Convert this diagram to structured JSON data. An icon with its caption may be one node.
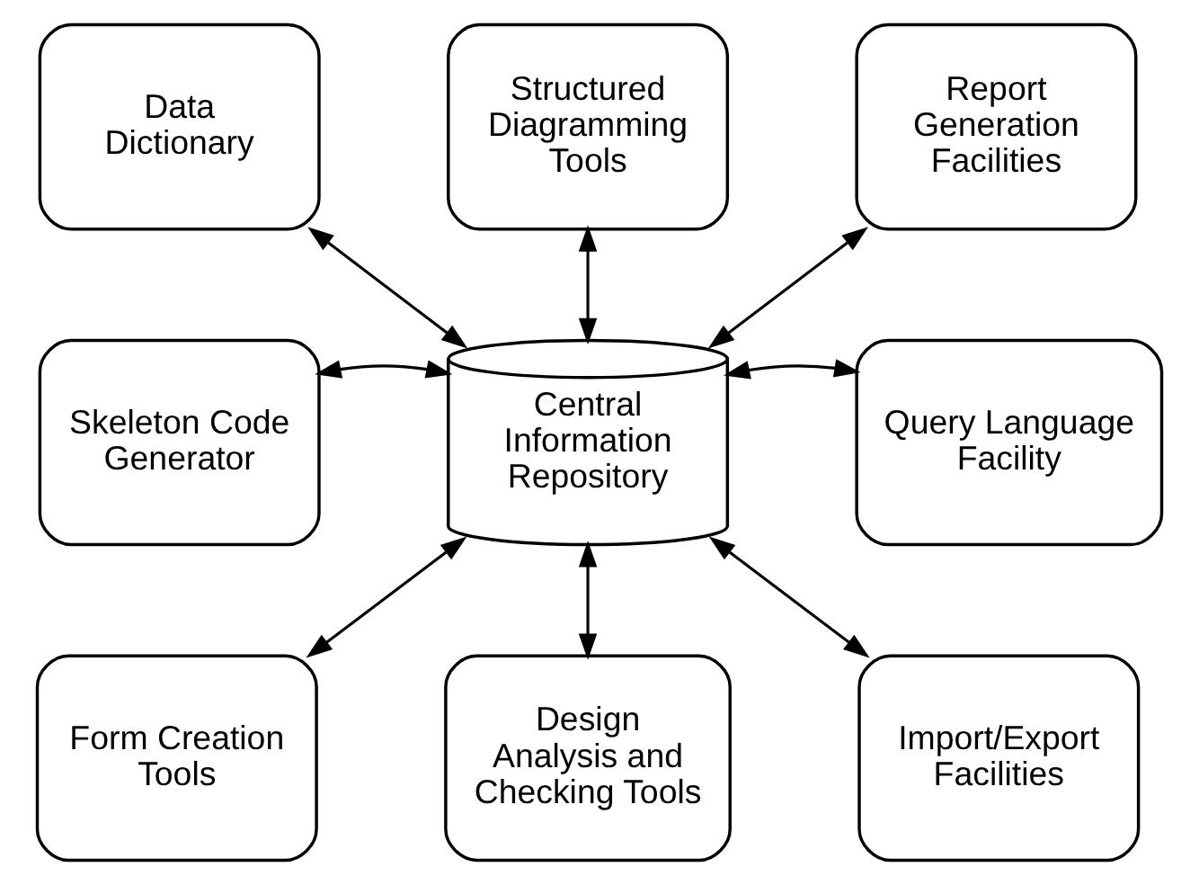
{
  "diagram": {
    "nodes": [
      {
        "text": [
          "Data Dictionary"
        ]
      },
      {
        "text": [
          "Structured Diagramming Tools"
        ]
      },
      {
        "text": [
          "Report Generation Facilities"
        ]
      },
      {
        "text": [
          "Skeleton Code Generator"
        ]
      },
      {
        "text": [
          "Central Information Repository"
        ]
      },
      {
        "text": [
          "Query Language Facility"
        ]
      },
      {
        "text": [
          "Form Creation Tools"
        ]
      },
      {
        "text": [
          "Design Analysis and Checking Tools"
        ]
      },
      {
        "text": [
          "Import/Export Facilities"
        ]
      }
    ],
    "edges": [
      {
        "from": 0,
        "to": 4,
        "arrow": "both"
      },
      {
        "from": 1,
        "to": 4,
        "arrow": "both"
      },
      {
        "from": 2,
        "to": 4,
        "arrow": "both"
      },
      {
        "from": 3,
        "to": 4,
        "arrow": "both"
      },
      {
        "from": 4,
        "to": 5,
        "arrow": "both"
      },
      {
        "from": 4,
        "to": 6,
        "arrow": "both"
      },
      {
        "from": 4,
        "to": 7,
        "arrow": "both"
      },
      {
        "from": 4,
        "to": 8,
        "arrow": "both"
      }
    ]
  }
}
